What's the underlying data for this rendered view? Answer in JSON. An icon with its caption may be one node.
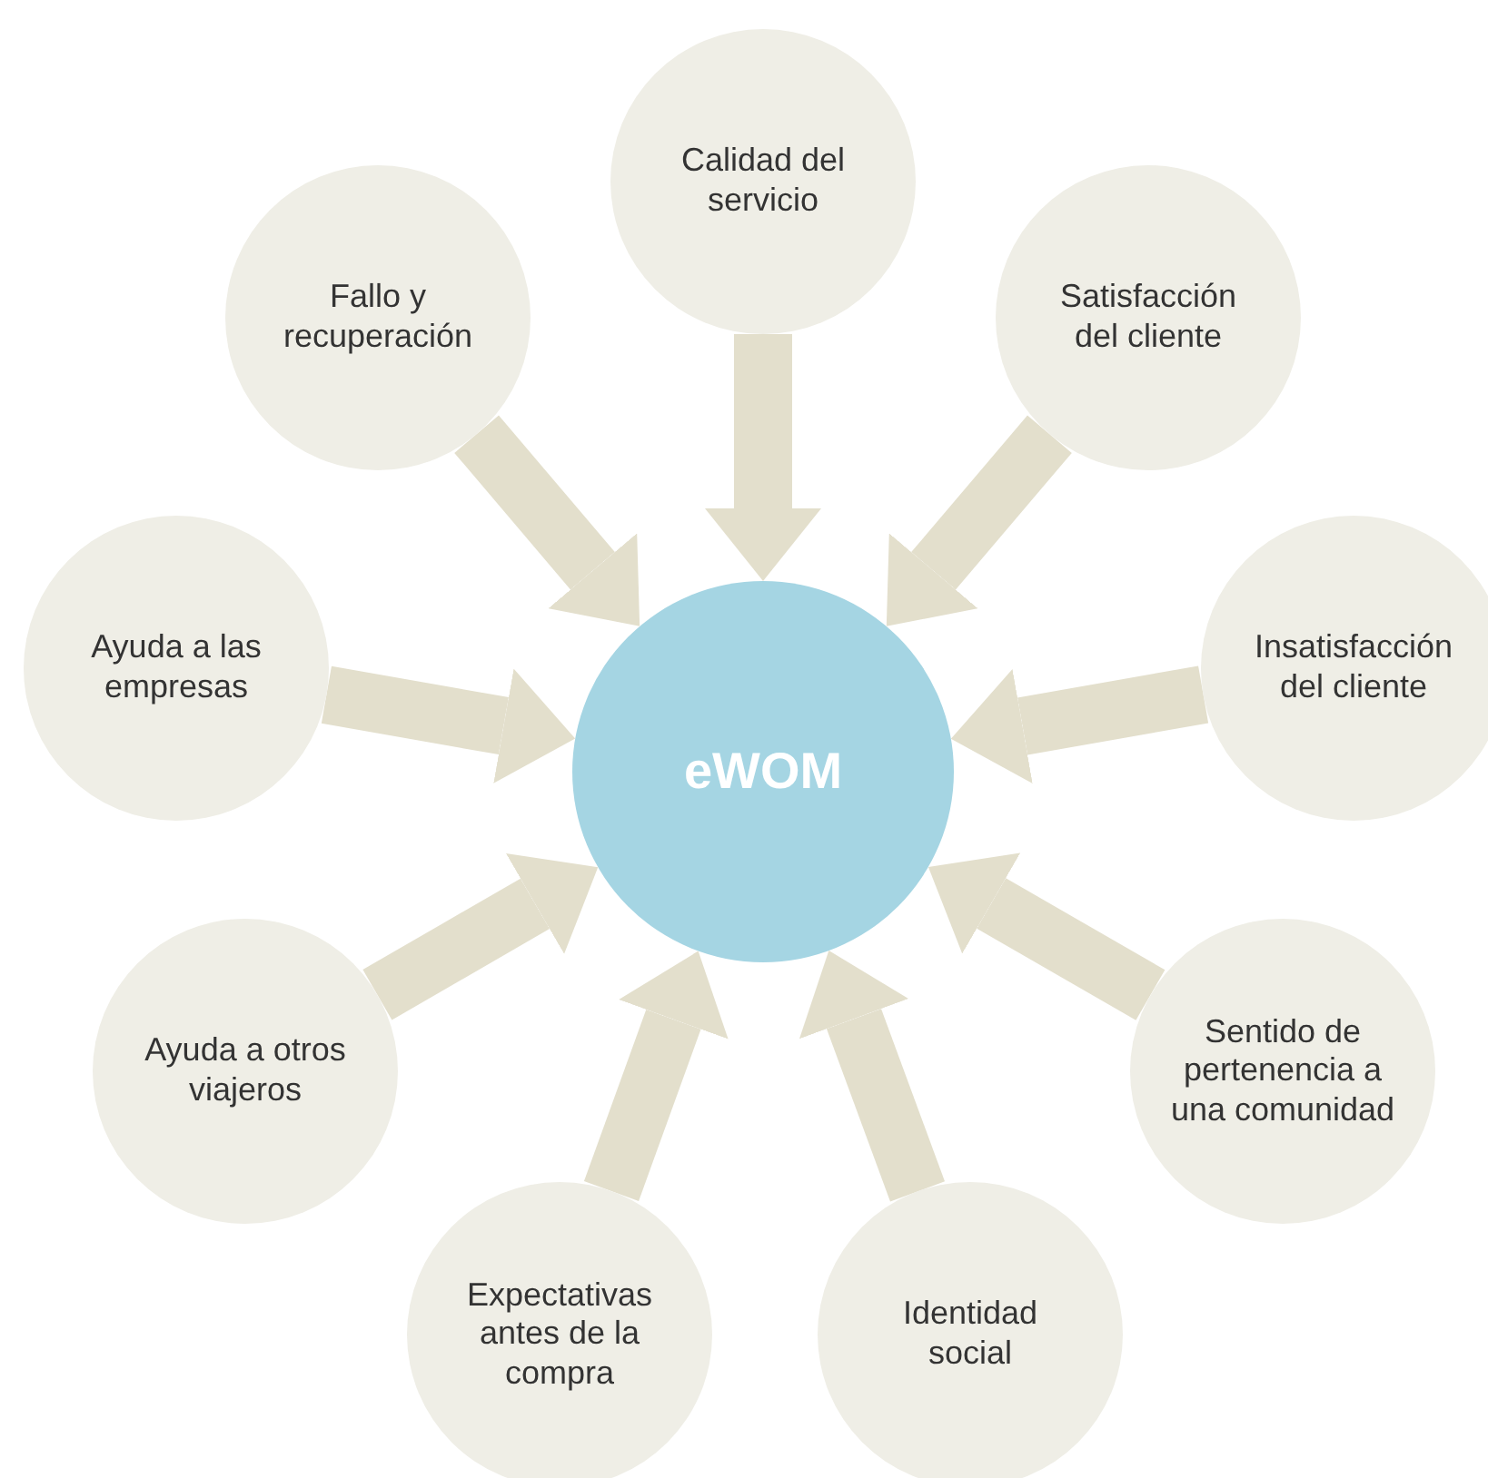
{
  "diagram": {
    "nodes": [
      {
        "text": [
          "eWOM"
        ]
      },
      {
        "text": [
          "Calidad del servicio"
        ]
      },
      {
        "text": [
          "Satisfacción del cliente"
        ]
      },
      {
        "text": [
          "Insatisfacción del cliente"
        ]
      },
      {
        "text": [
          "Sentido de pertenencia a una comunidad"
        ]
      },
      {
        "text": [
          "Identidad social"
        ]
      },
      {
        "text": [
          "Expectativas antes de la compra"
        ]
      },
      {
        "text": [
          "Ayuda a otros viajeros"
        ]
      },
      {
        "text": [
          "Ayuda a las empresas"
        ]
      },
      {
        "text": [
          "Fallo y recuperación"
        ]
      }
    ],
    "edges": [
      {
        "from": 1,
        "to": 0,
        "arrow": "to"
      },
      {
        "from": 2,
        "to": 0,
        "arrow": "to"
      },
      {
        "from": 3,
        "to": 0,
        "arrow": "to"
      },
      {
        "from": 4,
        "to": 0,
        "arrow": "to"
      },
      {
        "from": 5,
        "to": 0,
        "arrow": "to"
      },
      {
        "from": 6,
        "to": 0,
        "arrow": "to"
      },
      {
        "from": 7,
        "to": 0,
        "arrow": "to"
      },
      {
        "from": 8,
        "to": 0,
        "arrow": "to"
      },
      {
        "from": 9,
        "to": 0,
        "arrow": "to"
      }
    ]
  }
}
